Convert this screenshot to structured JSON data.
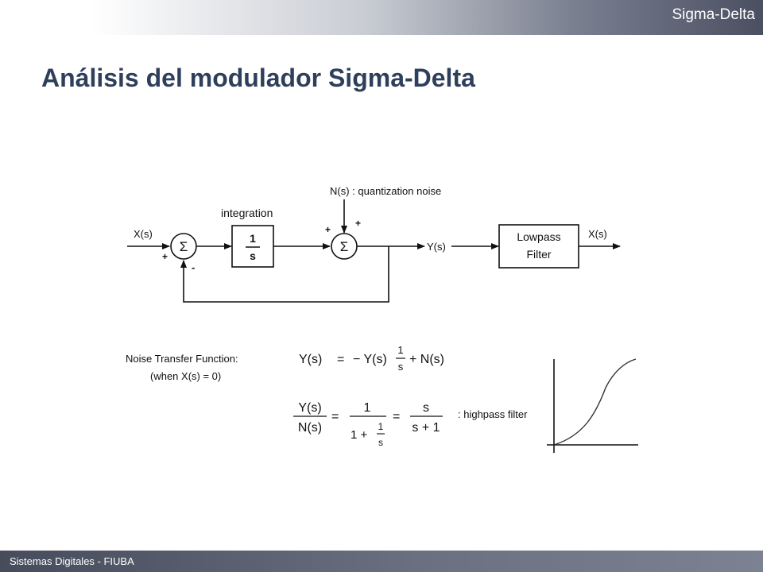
{
  "header": {
    "section": "Sigma-Delta"
  },
  "slide": {
    "title": "Análisis del modulador Sigma-Delta"
  },
  "footer": {
    "text": "Sistemas Digitales - FIUBA"
  },
  "diagram": {
    "input_label": "X(s)",
    "sum_symbol": "Σ",
    "plus_sign": "+",
    "minus_sign": "-",
    "integration_label": "integration",
    "integrator_num": "1",
    "integrator_den": "s",
    "noise_label": "N(s) : quantization noise",
    "output_label": "Y(s)",
    "filter_line1": "Lowpass",
    "filter_line2": "Filter",
    "filter_output_label": "X(s)"
  },
  "equations": {
    "ntf_title": "Noise Transfer Function:",
    "ntf_condition": "(when X(s) = 0)",
    "eq1_lhs": "Y(s)",
    "eq1_eq": "=",
    "eq1_term": "− Y(s)",
    "eq1_num": "1",
    "eq1_den": "s",
    "eq1_tail": "+ N(s)",
    "eq2_num": "Y(s)",
    "eq2_den": "N(s)",
    "eq2_eq1": "=",
    "eq2_mid_num": "1",
    "eq2_mid_den_a": "1 +",
    "eq2_mid_den_num": "1",
    "eq2_mid_den_den": "s",
    "eq2_eq2": "=",
    "eq2_right_num": "s",
    "eq2_right_den": "s + 1",
    "eq2_note": ": highpass filter"
  }
}
